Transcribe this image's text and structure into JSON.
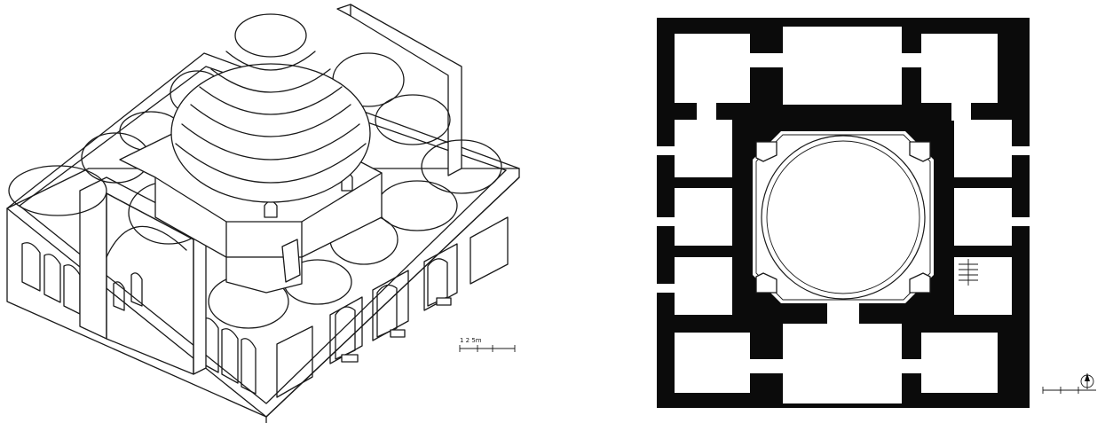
{
  "drawings": [
    {
      "id": "axonometric",
      "features": [
        "stepped-dome",
        "barrel-vaults",
        "arched-portals",
        "corner-iwan"
      ],
      "scale_bar_label": "1 2 5m"
    },
    {
      "id": "floor-plan",
      "features": [
        "central-octagonal-hall",
        "perimeter-rooms",
        "staircase",
        "north-arrow"
      ],
      "scale_bar_label": ""
    }
  ],
  "colors": {
    "ink": "#1a1a1a",
    "wall_fill": "#0b0b0b",
    "paper": "#ffffff"
  }
}
